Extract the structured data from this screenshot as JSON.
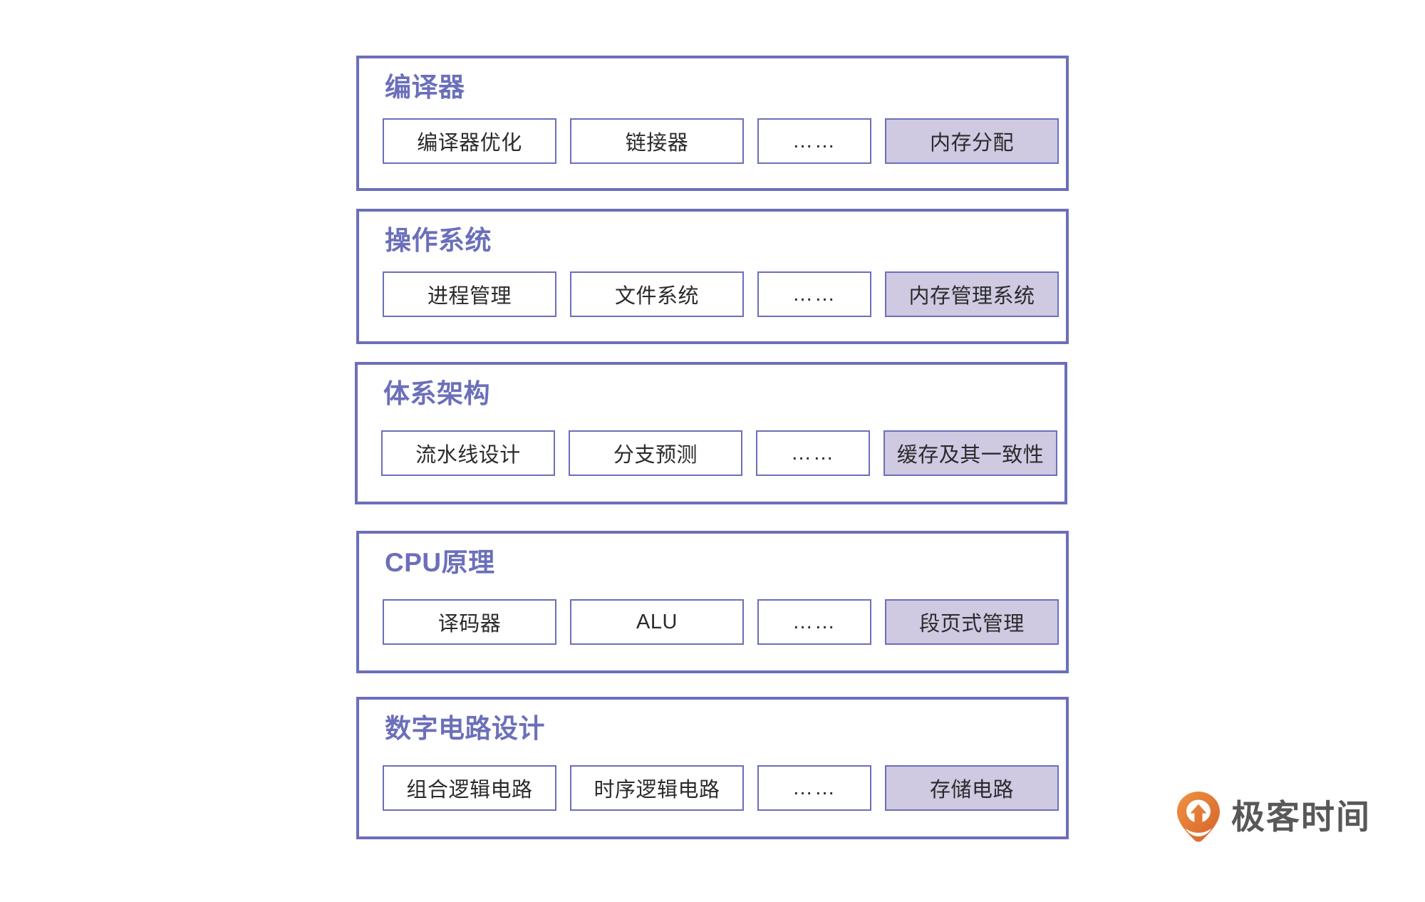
{
  "page": {
    "background": "#ffffff",
    "accent_color": "#6b6fba",
    "highlight_fill": "#cfc9e2",
    "text_color": "#2b2b2b"
  },
  "layers": [
    {
      "title": "编译器",
      "cells": [
        {
          "label": "编译器优化",
          "highlight": false
        },
        {
          "label": "链接器",
          "highlight": false
        },
        {
          "label": "……",
          "highlight": false
        },
        {
          "label": "内存分配",
          "highlight": true
        }
      ]
    },
    {
      "title": "操作系统",
      "cells": [
        {
          "label": "进程管理",
          "highlight": false
        },
        {
          "label": "文件系统",
          "highlight": false
        },
        {
          "label": "……",
          "highlight": false
        },
        {
          "label": "内存管理系统",
          "highlight": true
        }
      ]
    },
    {
      "title": "体系架构",
      "cells": [
        {
          "label": "流水线设计",
          "highlight": false
        },
        {
          "label": "分支预测",
          "highlight": false
        },
        {
          "label": "……",
          "highlight": false
        },
        {
          "label": "缓存及其一致性",
          "highlight": true
        }
      ]
    },
    {
      "title": "CPU原理",
      "cells": [
        {
          "label": "译码器",
          "highlight": false
        },
        {
          "label": "ALU",
          "highlight": false
        },
        {
          "label": "……",
          "highlight": false
        },
        {
          "label": "段页式管理",
          "highlight": true
        }
      ]
    },
    {
      "title": "数字电路设计",
      "cells": [
        {
          "label": "组合逻辑电路",
          "highlight": false
        },
        {
          "label": "时序逻辑电路",
          "highlight": false
        },
        {
          "label": "……",
          "highlight": false
        },
        {
          "label": "存储电路",
          "highlight": true
        }
      ]
    }
  ],
  "logo": {
    "icon": "geektime-pin-icon",
    "wordmark": "极客时间",
    "mark_color_start": "#ef8b3c",
    "mark_color_end": "#d9672e",
    "wordmark_color": "#58585a"
  }
}
